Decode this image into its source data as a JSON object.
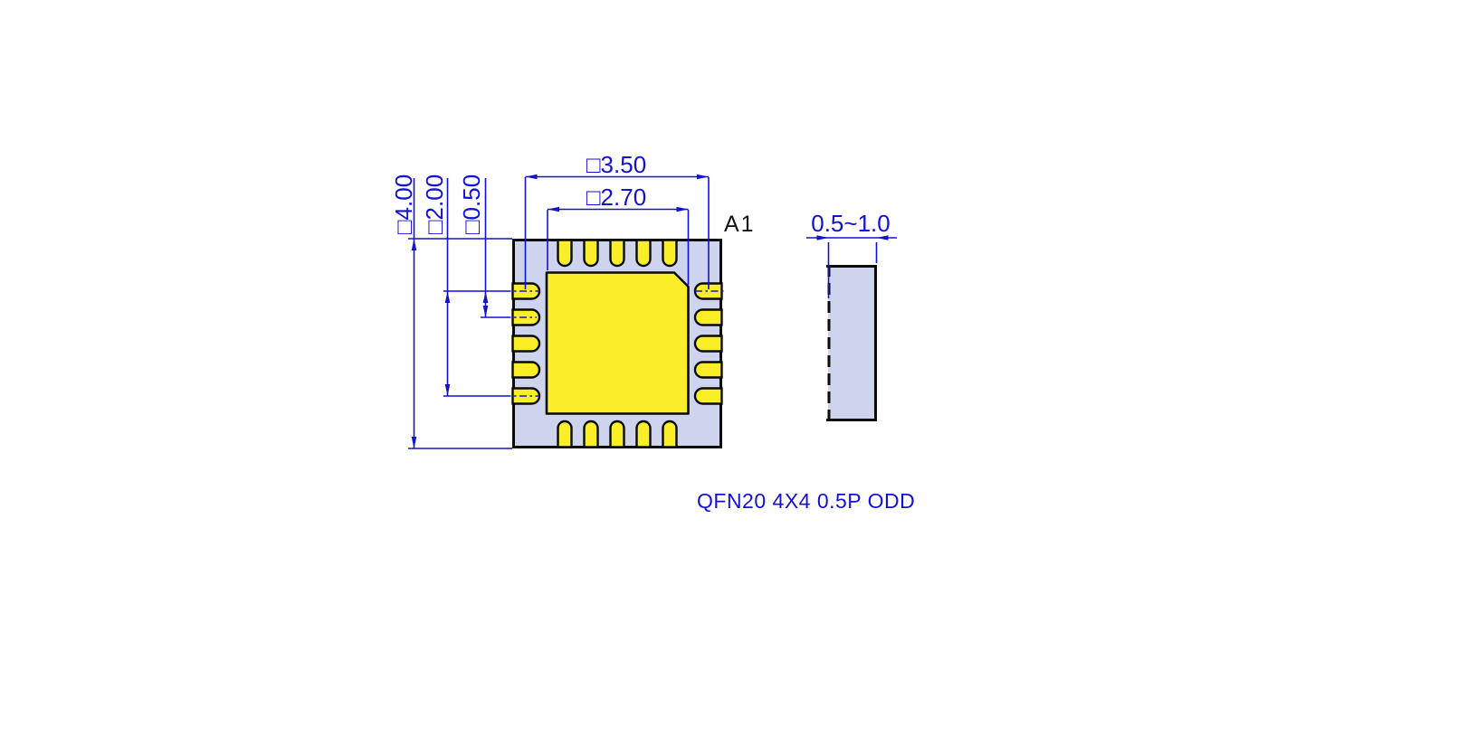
{
  "drawing": {
    "top_view": {
      "dims": {
        "lead_span": "□3.50",
        "pad_size": "□2.70",
        "body_size": "□4.00",
        "pin_row_span": "□2.00",
        "pin_pitch": "□0.50"
      },
      "pin1_label": "A1"
    },
    "side_view": {
      "thickness": "0.5~1.0"
    },
    "caption": "QFN20 4X4 0.5P ODD",
    "package": {
      "pins_per_side": 5,
      "total_pins": 20
    }
  },
  "colors": {
    "dimension_blue": "#1212d4",
    "body_fill": "#ced4ee",
    "pad_yellow": "#faee28",
    "outline_black": "#0a0a0a",
    "background": "#ffffff"
  }
}
